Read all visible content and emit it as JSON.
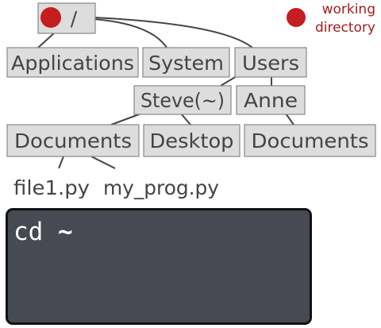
{
  "tree": {
    "root": "/",
    "level1": [
      "Applications",
      "System",
      "Users"
    ],
    "level2": [
      "Steve(~)",
      "Anne"
    ],
    "level3": [
      "Documents",
      "Desktop",
      "Documents"
    ],
    "files": [
      "file1.py",
      "my_prog.py"
    ]
  },
  "legend": {
    "line1": "working",
    "line2": "directory",
    "marker_color": "#c41e1e"
  },
  "terminal": {
    "command": "cd",
    "argument": "~"
  }
}
